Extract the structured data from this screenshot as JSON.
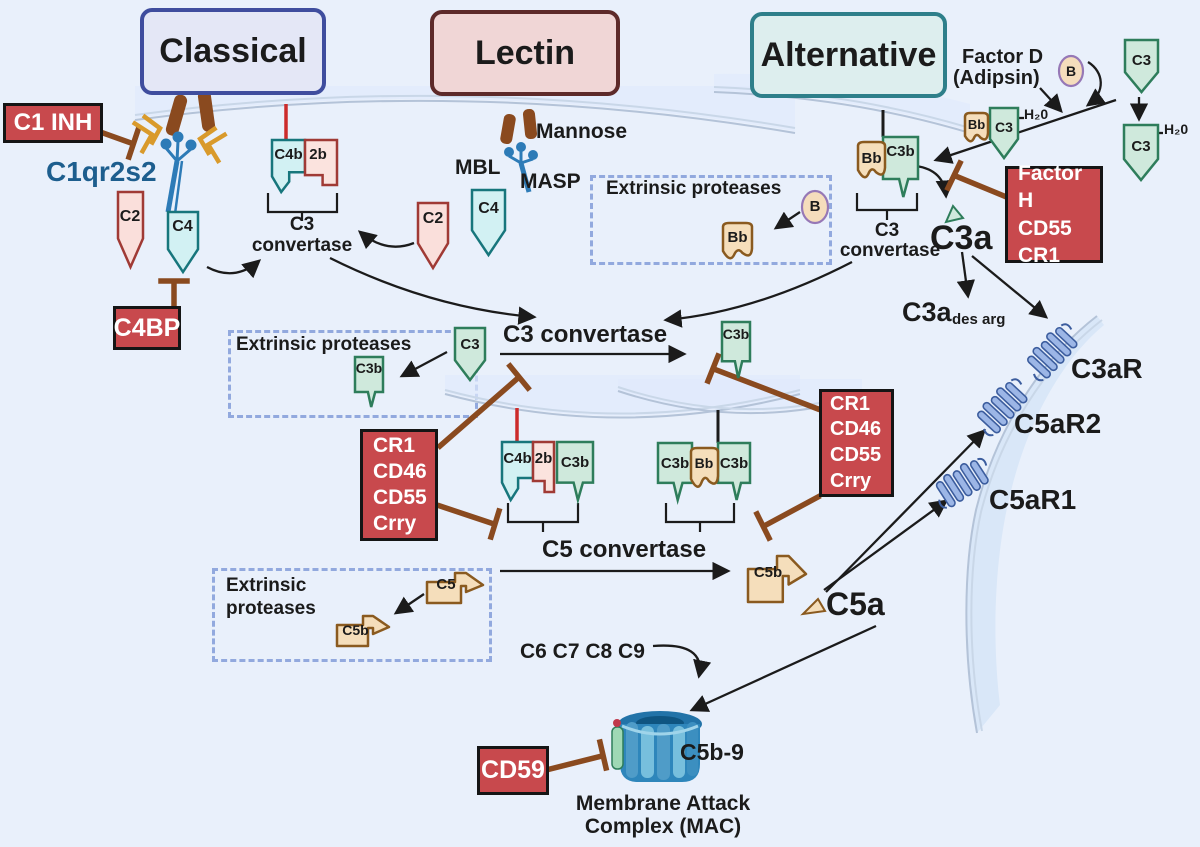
{
  "headers": {
    "classical": "Classical",
    "lectin": "Lectin",
    "alternative": "Alternative"
  },
  "red_boxes": {
    "c1_inh": "C1 INH",
    "c4bp": "C4BP",
    "factor_h": {
      "l1": "Factor H",
      "l2": "CD55",
      "l3": "CR1"
    },
    "regulators_left": {
      "l1": "CR1",
      "l2": "CD46",
      "l3": "CD55",
      "l4": "Crry"
    },
    "regulators_right": {
      "l1": "CR1",
      "l2": "CD46",
      "l3": "CD55",
      "l4": "Crry"
    },
    "cd59": "CD59"
  },
  "badges": {
    "c2": "C2",
    "c4": "C4",
    "c3": "C3",
    "c3b": "C3b",
    "c4b": "C4b",
    "b2": "2b",
    "bb": "Bb",
    "b": "B",
    "c5": "C5",
    "c5b": "C5b"
  },
  "labels": {
    "c1qr2s2": "C1qr2s2",
    "mannose": "Mannose",
    "mbl": "MBL",
    "masp": "MASP",
    "extrinsic_proteases": "Extrinsic proteases",
    "extrinsic": "Extrinsic",
    "proteases": "proteases",
    "c3_conv_l1": "C3",
    "c3_conv_l2": "convertase",
    "c3_convertase": "C3 convertase",
    "c5_convertase": "C5 convertase",
    "factor_d_l1": "Factor D",
    "factor_d_l2": "(Adipsin)",
    "h2o": "H₂0",
    "c3a": "C3a",
    "c3a_des_base": "C3a",
    "c3a_des_sub": "des arg",
    "c3ar": "C3aR",
    "c5ar2": "C5aR2",
    "c5ar1": "C5aR1",
    "c5a": "C5a",
    "c6789": "C6 C7 C8 C9",
    "c5b9": "C5b-9",
    "mac_l1": "Membrane Attack",
    "mac_l2": "Complex (MAC)"
  },
  "colors": {
    "background": "#e9f0fb",
    "regulator_red": "#c8494d",
    "inhibitor_brown": "#8a4a1f",
    "green_border": "#2e7d5b",
    "green_fill": "#cfe9dc",
    "teal_border": "#17767c",
    "cyan_fill": "#d2f1f3",
    "maroon_border": "#a03a35",
    "pink_fill": "#fadfdb",
    "tan_border": "#8a5a1f",
    "tan_fill": "#f5debb",
    "b_oval_border": "#9678b6",
    "membrane_line": "#b4c3d8",
    "dashed_border": "#92a9de",
    "antibody_gold": "#d99a2b",
    "c1q_blue": "#2d7bb7",
    "classical_border": "#3f4d9e",
    "classical_fill": "#e4e7f6",
    "lectin_border": "#5d2a2a",
    "lectin_fill": "#f0d6d6",
    "alternative_border": "#2e7f8a",
    "alternative_fill": "#ddeeee",
    "red_tick": "#cc2b2b",
    "gpcr_fill": "#9cb6e6",
    "mac_blue": "#2e86bb",
    "c1qr2s2_text": "#1d5e8e"
  }
}
